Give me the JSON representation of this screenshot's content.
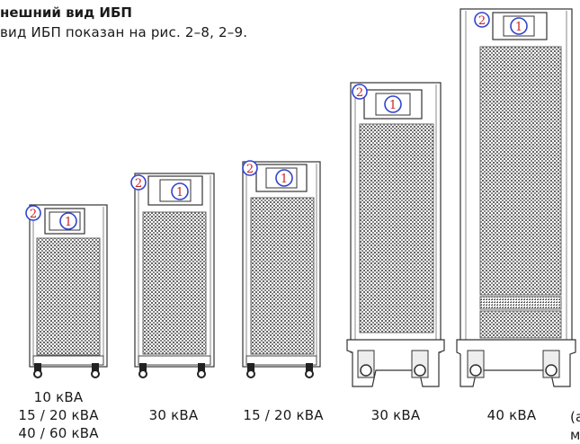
{
  "section": {
    "heading": "нешний вид ИБП",
    "intro": "вид ИБП показан на рис. 2–8, 2–9."
  },
  "callouts": {
    "display": "1",
    "indicator": "2"
  },
  "units": [
    {
      "id": "u1",
      "captions": [
        "10 кВА",
        "15 / 20 кВА",
        "40 / 60 кВА"
      ]
    },
    {
      "id": "u2",
      "captions": [
        "30 кВА"
      ]
    },
    {
      "id": "u3",
      "captions": [
        "15 / 20 кВА"
      ]
    },
    {
      "id": "u4",
      "captions": [
        "30 кВА"
      ]
    },
    {
      "id": "u5",
      "captions": [
        "40 кВА"
      ]
    }
  ],
  "cut_off_caption": [
    "(а",
    "м"
  ],
  "colors": {
    "callout": "#3344cc",
    "callout_text": "#cc2222",
    "line": "#333333",
    "grille": "#555555"
  }
}
